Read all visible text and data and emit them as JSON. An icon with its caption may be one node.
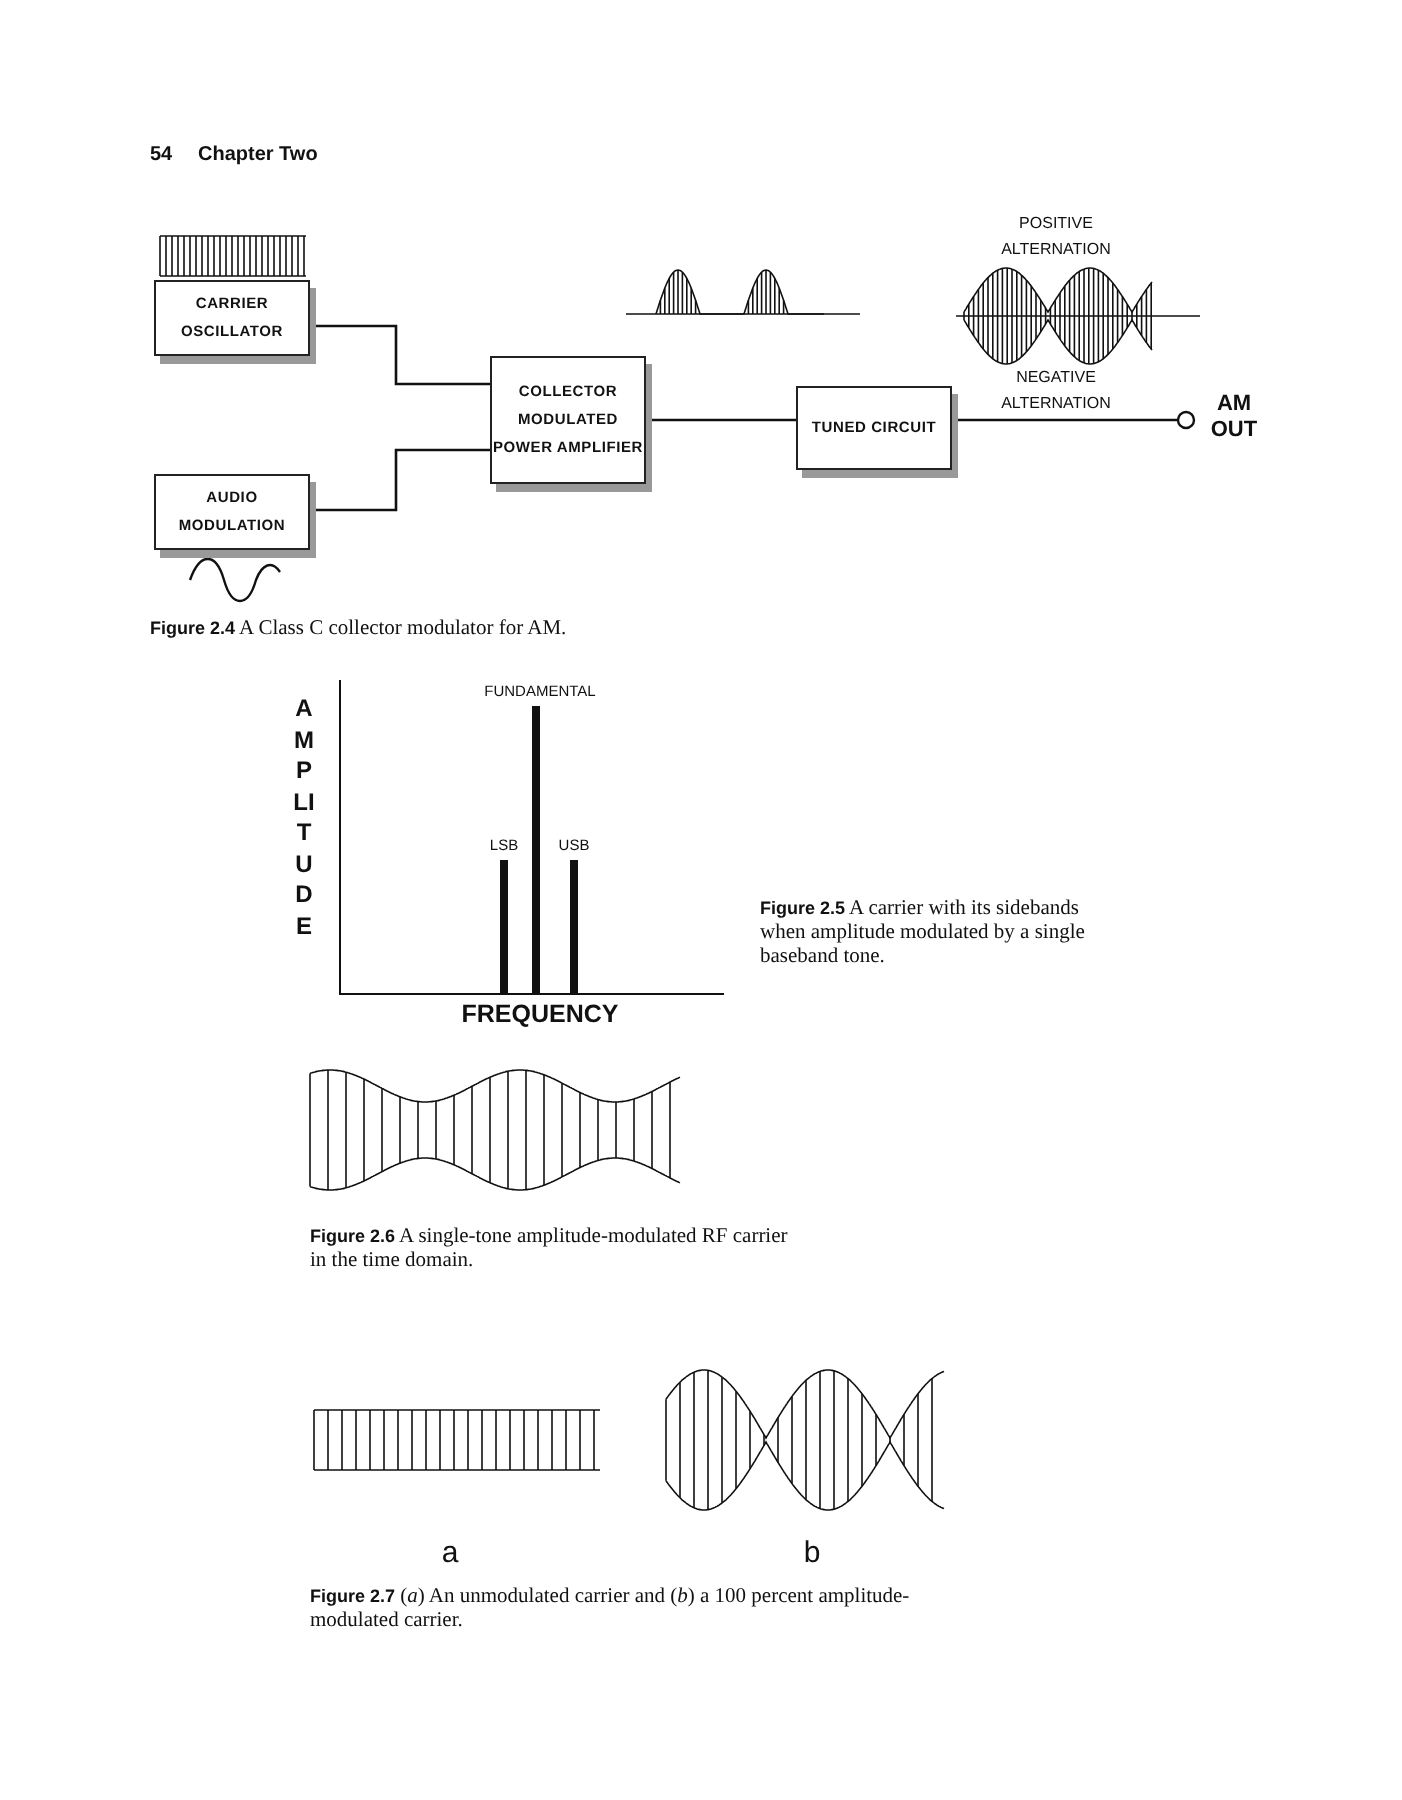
{
  "diagram": {
    "nodes": [
      {
        "text": [
          "CARRIER OSCILLATOR"
        ]
      },
      {
        "text": [
          "AUDIO MODULATION"
        ]
      },
      {
        "text": [
          "COLLECTOR MODULATED POWER AMPLIFIER"
        ]
      },
      {
        "text": [
          "TUNED CIRCUIT"
        ]
      },
      {
        "text": [],
        "shape": "circle",
        "beside": [
          "AM OUT"
        ]
      }
    ],
    "edges": [
      {
        "from": 0,
        "to": 2,
        "arrow": "none"
      },
      {
        "from": 1,
        "to": 2,
        "arrow": "none"
      },
      {
        "from": 2,
        "to": 3,
        "arrow": "none"
      },
      {
        "from": 3,
        "to": 4,
        "arrow": "none"
      }
    ],
    "labels": [
      "54",
      "Chapter Two",
      "POSITIVE ALTERNATION",
      "NEGATIVE ALTERNATION",
      "**Figure 2.4** A Class C collector modulator for AM.",
      "FUNDAMENTAL",
      "LSB",
      "USB",
      "AMPLITUDE",
      "FREQUENCY",
      "**Figure 2.5** A carrier with its sidebands when amplitude modulated by a single baseband tone.",
      "**Figure 2.6** A single-tone amplitude-modulated RF carrier in the time domain.",
      "a",
      "b",
      "**Figure 2.7** (*a*) An unmodulated carrier and (*b*) a 100 percent amplitude-modulated carrier."
    ]
  }
}
